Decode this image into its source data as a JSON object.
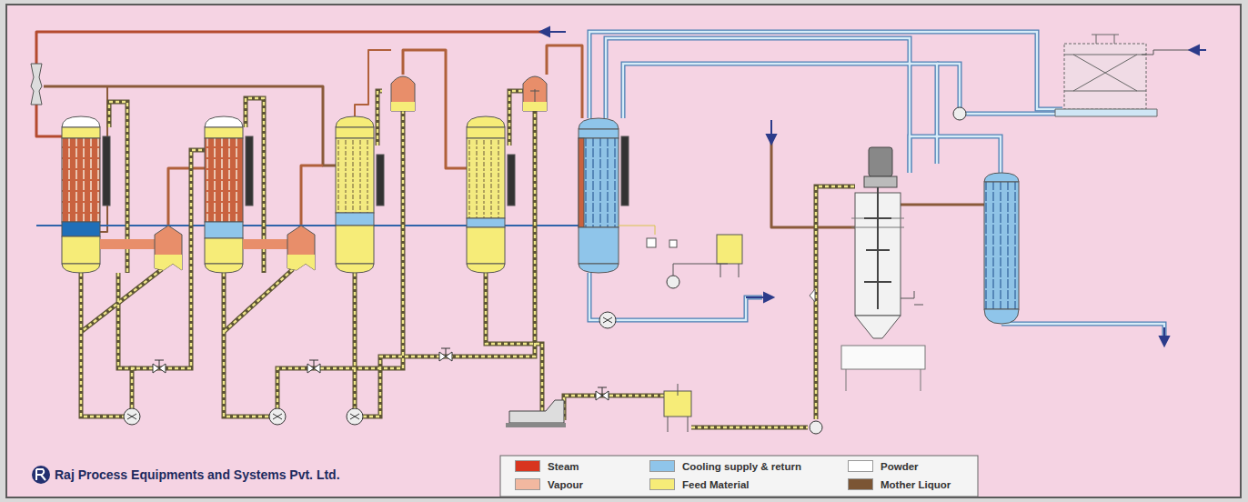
{
  "diagram": {
    "labels": [
      "Raj Process Equipments and Systems Pvt. Ltd."
    ],
    "legend": [
      {
        "text": "Steam",
        "color": "#d8351f"
      },
      {
        "text": "Cooling supply & return",
        "color": "#8fc5ea"
      },
      {
        "text": "Powder",
        "color": "#ffffff"
      },
      {
        "text": "Vapour",
        "color": "#f2b8a0"
      },
      {
        "text": "Feed Material",
        "color": "#f6ec78"
      },
      {
        "text": "Mother Liquor",
        "color": "#7b5534"
      }
    ]
  }
}
